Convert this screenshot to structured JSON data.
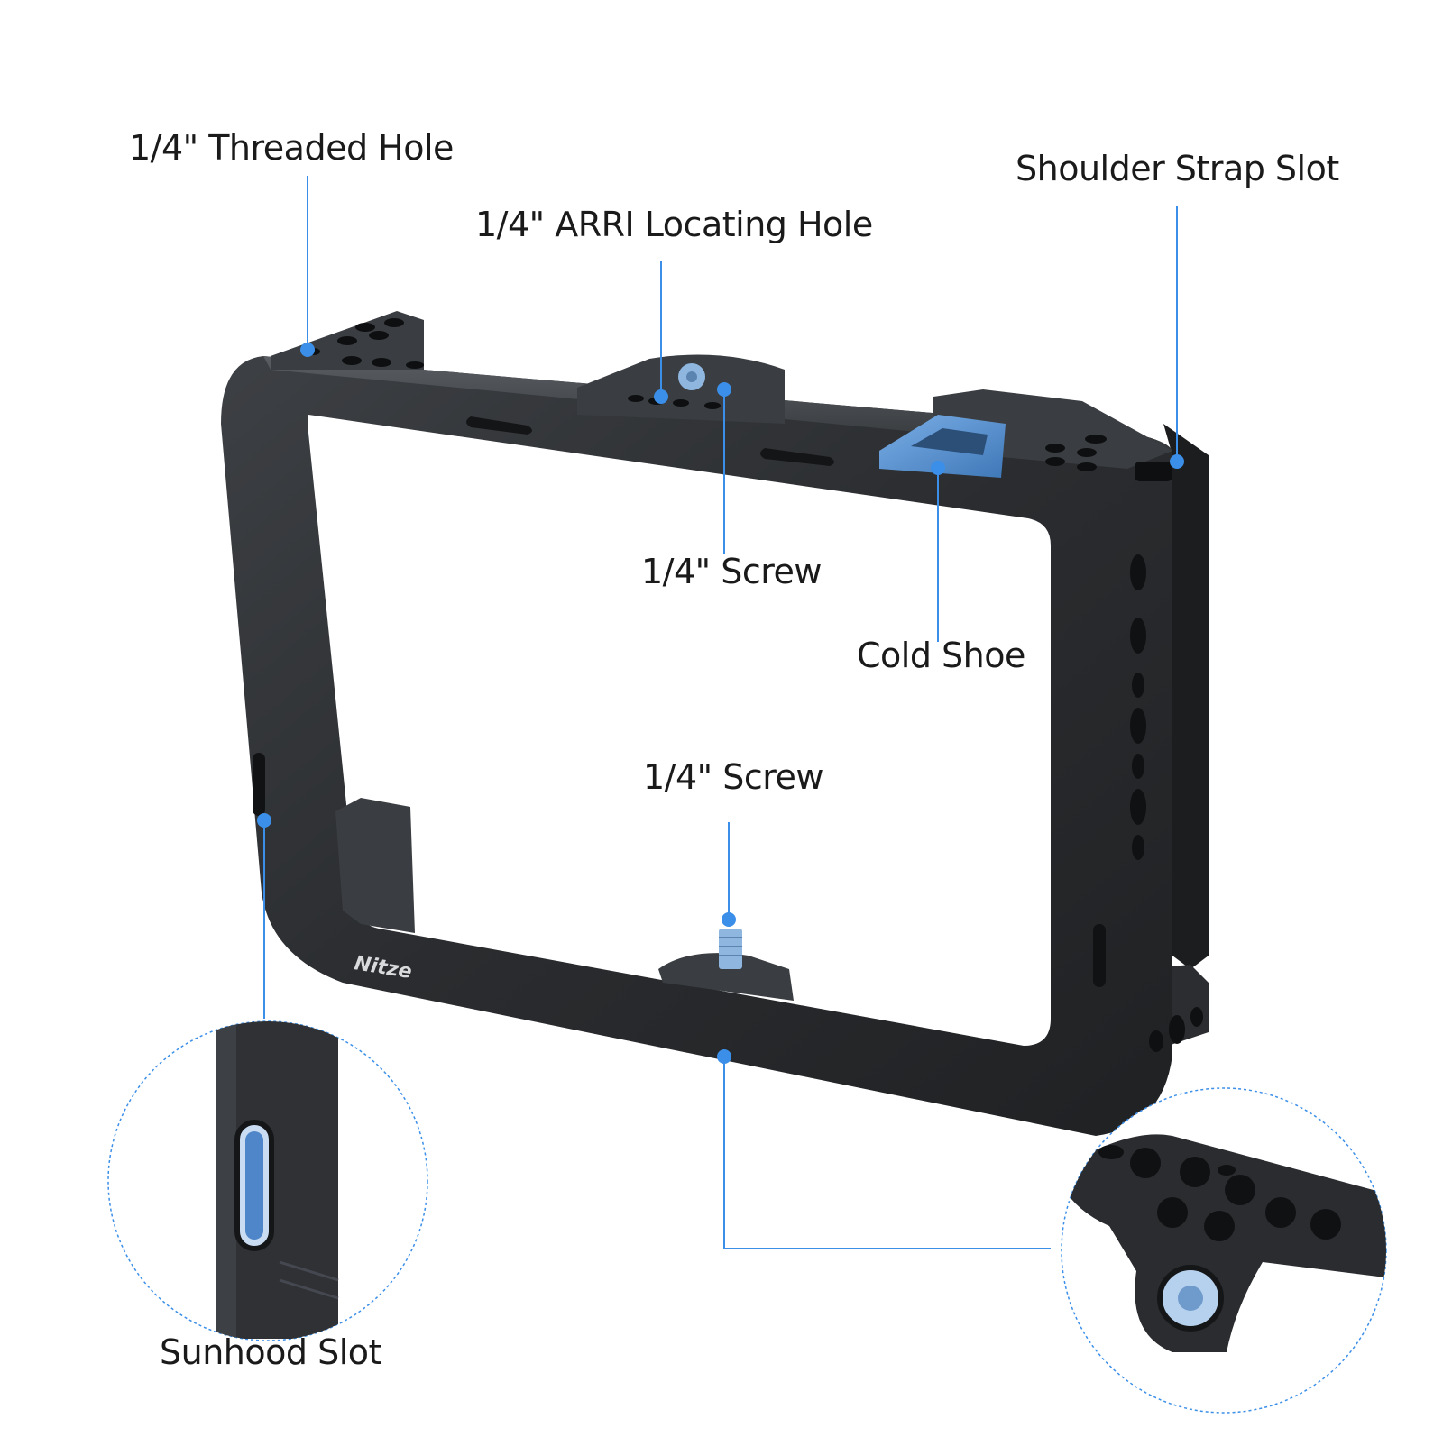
{
  "labels": {
    "threaded_hole": "1/4\" Threaded  Hole",
    "arri_hole": "1/4\" ARRI Locating Hole",
    "shoulder_strap": "Shoulder Strap Slot",
    "screw_top": "1/4\" Screw",
    "cold_shoe": "Cold Shoe",
    "screw_bottom": "1/4\" Screw",
    "sunhood": "Sunhood Slot"
  },
  "brand": "Nitze",
  "colors": {
    "callout": "#3b8fe8",
    "metal": "#2b2d30",
    "metal_light": "#4a4d52",
    "accent_blue": "#5b8fc9",
    "text": "#1a1a1a"
  }
}
